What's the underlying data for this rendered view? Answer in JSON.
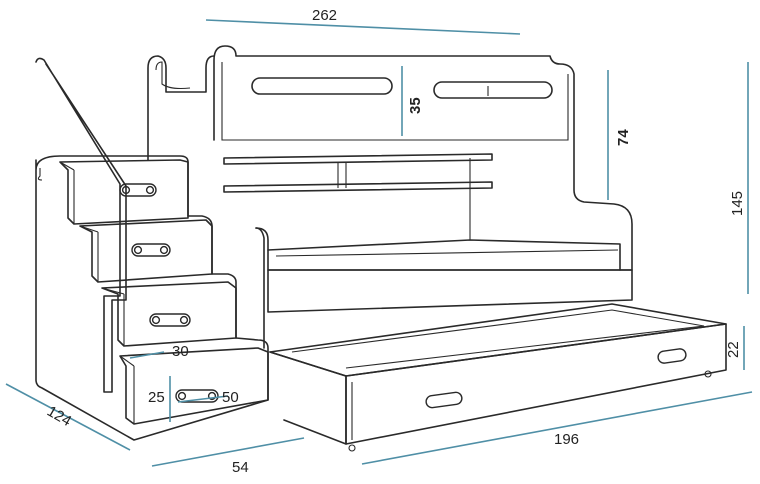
{
  "dimensions": {
    "total_length": "262",
    "total_height": "145",
    "upper_bed_height": "74",
    "headboard_height": "35",
    "trundle_height": "22",
    "stairs_depth": "124",
    "stairs_width": "54",
    "trundle_length": "196",
    "step_depth": "30",
    "drawer_height": "25",
    "drawer_width": "50"
  },
  "colors": {
    "dimension_line": "#4f8fa6",
    "outline": "#2a2a2a"
  }
}
